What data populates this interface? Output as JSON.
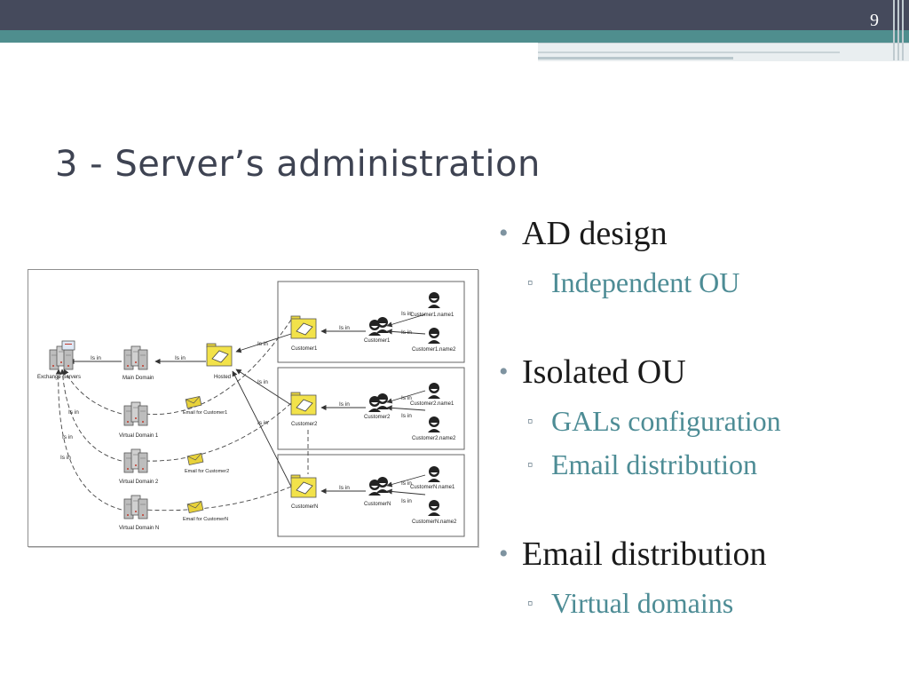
{
  "slide": {
    "page_number": "9",
    "title": "3 - Server’s administration"
  },
  "bullets": [
    {
      "text": "AD design",
      "sub": [
        "Independent OU"
      ]
    },
    {
      "text": "Isolated OU",
      "sub": [
        "GALs configuration",
        "Email distribution"
      ]
    },
    {
      "text": "Email distribution",
      "sub": [
        "Virtual domains"
      ]
    }
  ],
  "diagram": {
    "servers": {
      "exchange": "Exchange Servers",
      "main": "Main Domain",
      "vd1": "Virtual Domain 1",
      "vd2": "Virtual Domain 2",
      "vdn": "Virtual Domain N"
    },
    "folders": {
      "hosted": "Hosted",
      "c1": "Customer1",
      "c2": "Customer2",
      "cn": "CustomerN"
    },
    "groups": {
      "c1": "Customer1",
      "c2": "Customer2",
      "cn": "CustomerN"
    },
    "users": {
      "c1a": "Customer1.name1",
      "c1b": "Customer1.name2",
      "c2a": "Customer2.name1",
      "c2b": "Customer2.name2",
      "cna": "CustomerN.name1",
      "cnb": "CustomerN.name2"
    },
    "emails": {
      "e1": "Email for Customer1",
      "e2": "Email for Customer2",
      "en": "Email for CustomerN"
    },
    "relation_label": "Is in",
    "colors": {
      "folder": "#f2e24a",
      "envelope": "#e8d23a",
      "server": "#c8c8c8"
    }
  }
}
